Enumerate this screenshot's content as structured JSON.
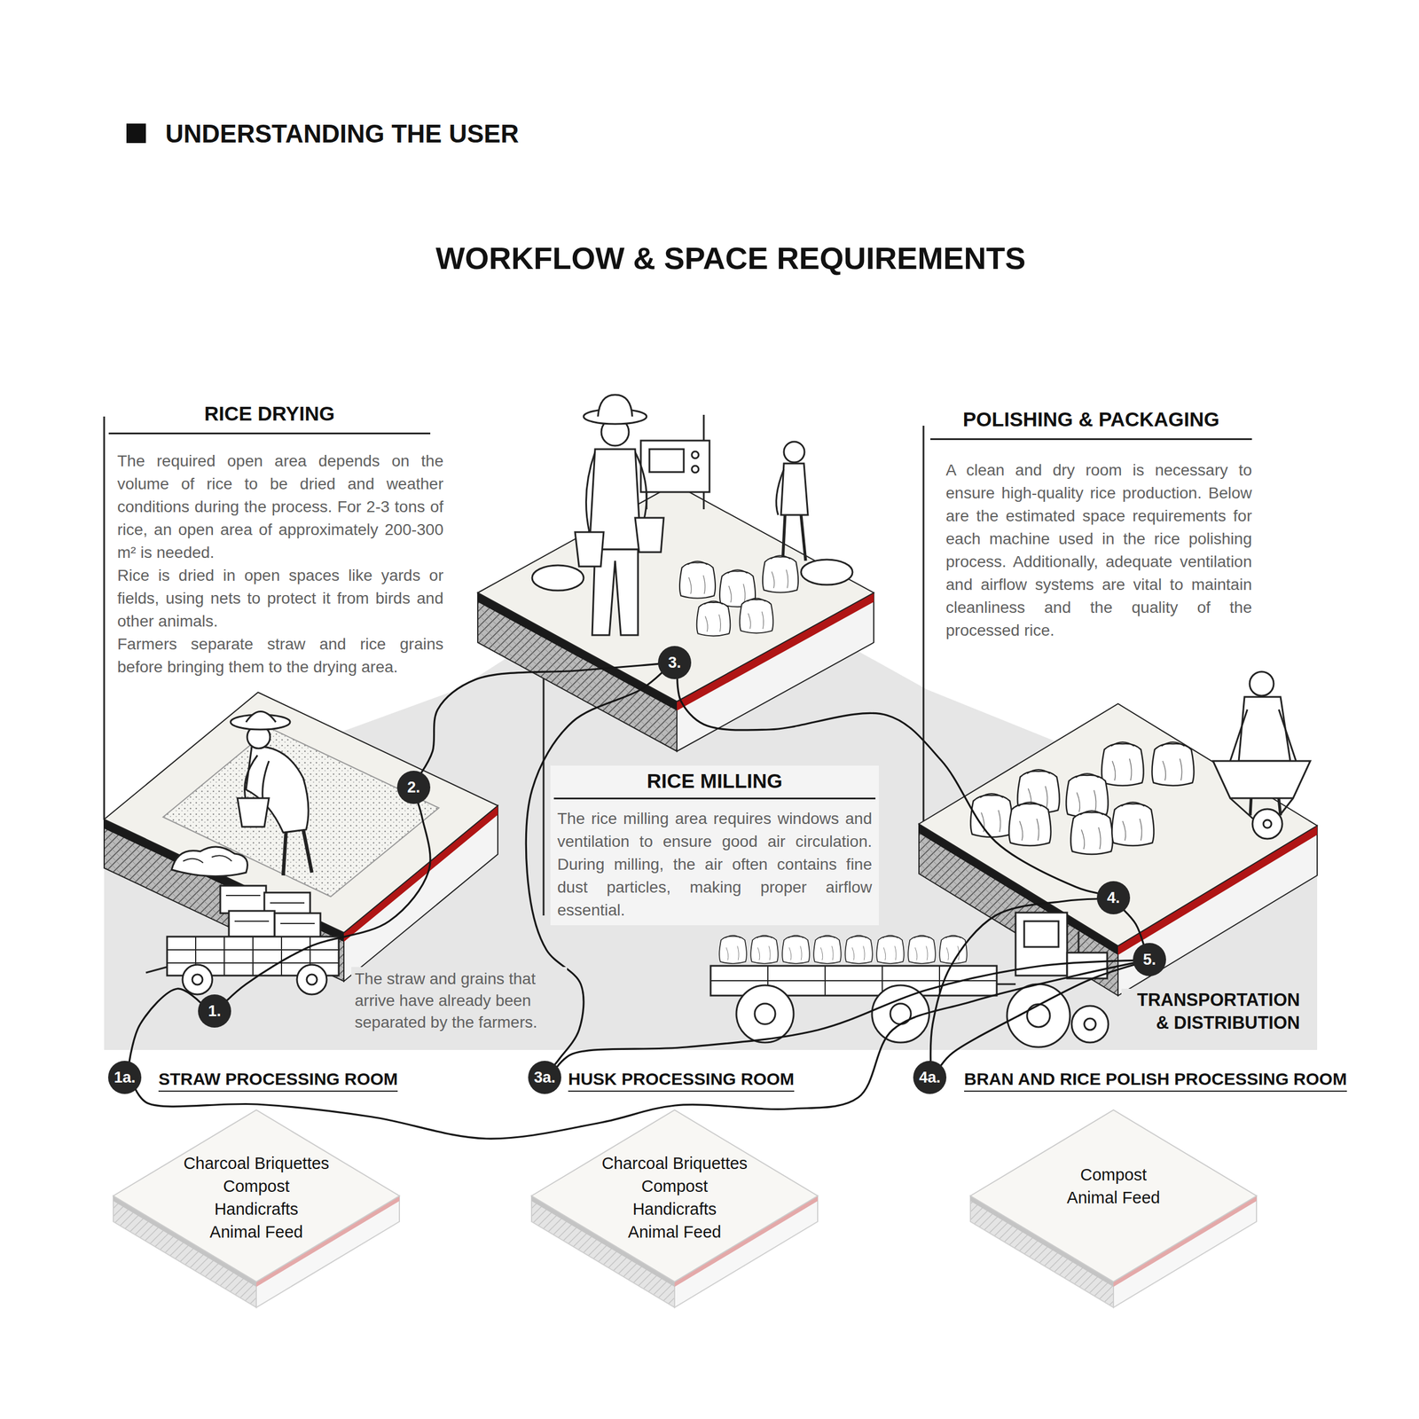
{
  "diagram": {
    "title": "WORKFLOW & SPACE REQUIREMENTS",
    "nodes": [
      {
        "text": [
          "1."
        ]
      },
      {
        "text": [
          "2."
        ]
      },
      {
        "text": [
          "3."
        ]
      },
      {
        "text": [
          "4."
        ]
      },
      {
        "text": [
          "5."
        ]
      },
      {
        "text": [
          "1a."
        ]
      },
      {
        "text": [
          "3a."
        ]
      },
      {
        "text": [
          "4a."
        ]
      },
      {
        "text": [
          "STRAW PROCESSING ROOM",
          "Charcoal Briquettes",
          "Compost",
          "Handicrafts",
          "Animal Feed"
        ]
      },
      {
        "text": [
          "HUSK PROCESSING ROOM",
          "Charcoal Briquettes",
          "Compost",
          "Handicrafts",
          "Animal Feed"
        ]
      },
      {
        "text": [
          "BRAN AND RICE POLISH PROCESSING ROOM",
          "Compost",
          "Animal Feed"
        ]
      }
    ],
    "edges": [
      {
        "from": 0,
        "to": 1,
        "arrow": "none"
      },
      {
        "from": 0,
        "to": 5,
        "arrow": "none"
      },
      {
        "from": 1,
        "to": 2,
        "arrow": "none"
      },
      {
        "from": 2,
        "to": 3,
        "arrow": "none"
      },
      {
        "from": 3,
        "to": 4,
        "arrow": "none"
      },
      {
        "from": 2,
        "to": 6,
        "arrow": "none"
      },
      {
        "from": 3,
        "to": 7,
        "arrow": "none"
      },
      {
        "from": 5,
        "to": 4,
        "arrow": "none"
      },
      {
        "from": 6,
        "to": 4,
        "arrow": "none"
      },
      {
        "from": 7,
        "to": 4,
        "arrow": "none"
      }
    ],
    "labels": [
      "UNDERSTANDING THE USER",
      "RICE DRYING",
      "The required open area depends on the volume of rice to be dried and weather conditions during the process. For 2-3 tons of rice, an open area of approximately 200-300 m² is needed.",
      "Rice is dried in open spaces like yards or fields, using nets to protect it from birds and other animals.",
      "Farmers separate straw and rice grains before bringing them to the drying area.",
      "RICE MILLING",
      "The rice milling area requires windows and ventilation to ensure good air circulation. During milling, the air often contains fine dust particles, making proper airflow essential.",
      "POLISHING & PACKAGING",
      "A clean and dry room is necessary to ensure high-quality rice production. Below are the estimated space requirements for each machine used in the rice polishing process. Additionally, adequate ventilation and airflow systems are vital to maintain cleanliness and the quality of the processed rice.",
      "The straw and grains that arrive have already been separated by the farmers.",
      "TRANSPORTATION & DISTRIBUTION"
    ]
  }
}
